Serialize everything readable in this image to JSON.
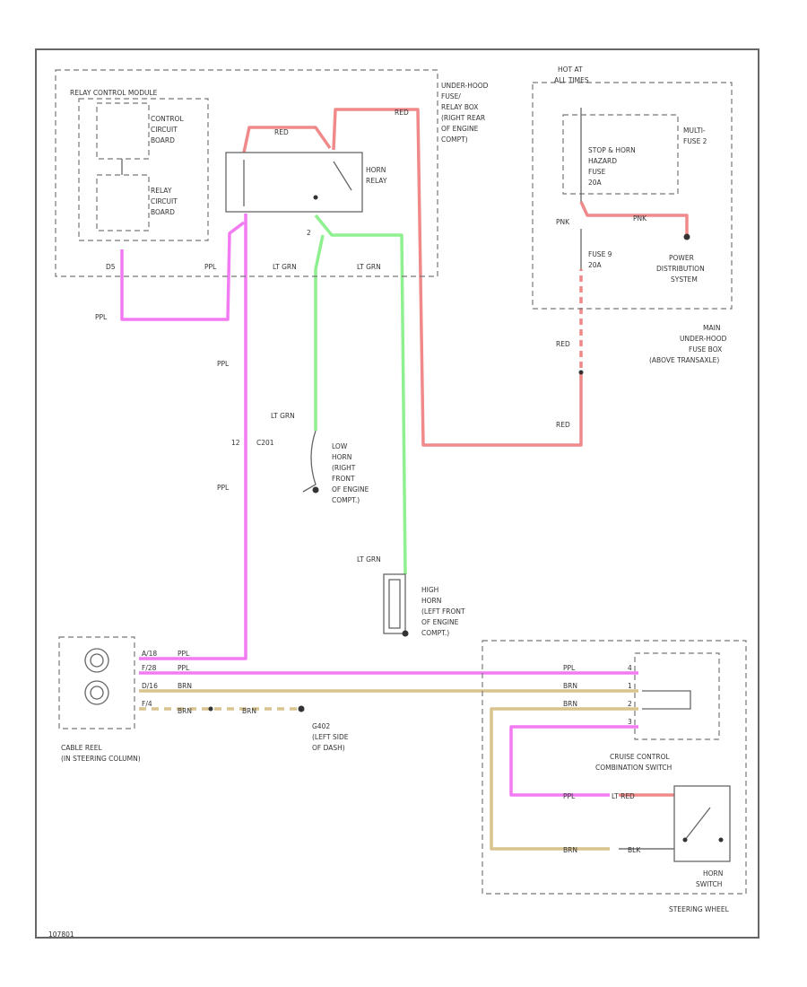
{
  "colors": {
    "red_wire": "#f08a8a",
    "pink_wire": "#f27af2",
    "green_wire": "#8ff08f",
    "brown_wire": "#d9c490",
    "frame": "#666666"
  },
  "components": {
    "relay_module_title": "RELAY CONTROL MODULE",
    "control_board": [
      "CONTROL",
      "CIRCUIT",
      "BOARD"
    ],
    "relay_board": [
      "RELAY",
      "CIRCUIT",
      "BOARD"
    ],
    "horn_relay": [
      "HORN",
      "RELAY"
    ],
    "underhood_fuse_box": [
      "UNDER-HOOD",
      "FUSE/",
      "RELAY BOX",
      "(RIGHT REAR",
      "OF ENGINE",
      "COMPT)"
    ],
    "hot_at": [
      "HOT AT",
      "ALL TIMES"
    ],
    "multi_fuse": [
      "MULTI-",
      "FUSE 2"
    ],
    "stop_horn_fuse": [
      "STOP & HORN",
      "HAZARD",
      "FUSE",
      "20A"
    ],
    "fuse_9": [
      "FUSE 9",
      "20A"
    ],
    "power_distribution": [
      "POWER",
      "DISTRIBUTION",
      "SYSTEM"
    ],
    "main_fuse_box": [
      "MAIN",
      "UNDER-HOOD",
      "FUSE BOX",
      "(ABOVE TRANSAXLE)"
    ],
    "low_horn": [
      "LOW",
      "HORN",
      "(RIGHT",
      "FRONT",
      "OF ENGINE",
      "COMPT.)"
    ],
    "high_horn": [
      "HIGH",
      "HORN",
      "(LEFT FRONT",
      "OF ENGINE",
      "COMPT.)"
    ],
    "cable_reel": [
      "CABLE REEL",
      "(IN STEERING COLUMN)"
    ],
    "g402": [
      "G402",
      "(LEFT SIDE",
      "OF DASH)"
    ],
    "cruise_switch": [
      "CRUISE CONTROL",
      "COMBINATION SWITCH"
    ],
    "horn_switch": [
      "HORN",
      "SWITCH"
    ],
    "steering_wheel": "STEERING WHEEL",
    "c201": "C201",
    "figure_id": "107801"
  },
  "wire_labels": {
    "red": "RED",
    "ppl": "PPL",
    "lt_grn": "LT GRN",
    "pnk": "PNK",
    "brn": "BRN",
    "blk": "BLK",
    "lt_red": "LT RED"
  },
  "pins": {
    "relay_2": "2",
    "relay_module_pin": "D5",
    "c201_pin": "12",
    "cable_reel": [
      "A/18",
      "F/28",
      "D/16",
      "F/4"
    ],
    "switch_pins": [
      "4",
      "1",
      "2",
      "3"
    ]
  }
}
